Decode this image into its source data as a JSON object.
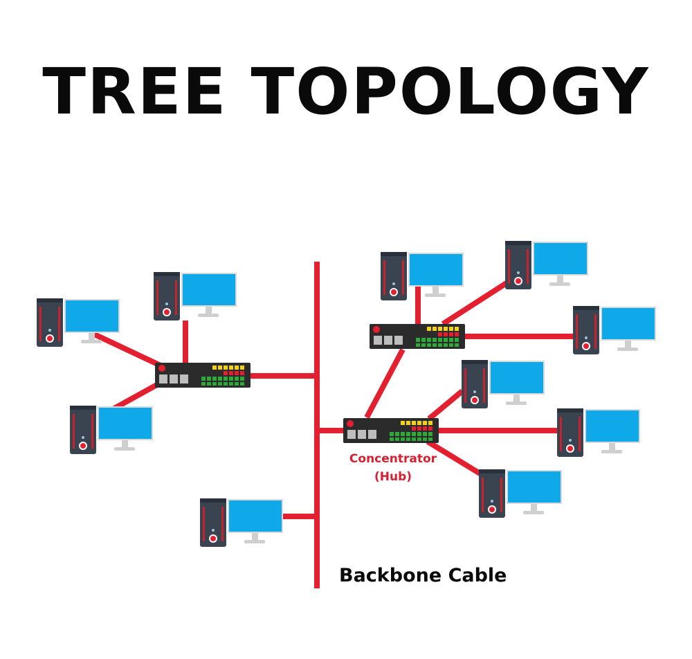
{
  "title": "TREE TOPOLOGY",
  "labels": {
    "hub_line1": "Concentrator",
    "hub_line2": "(Hub)",
    "backbone": "Backbone Cable"
  },
  "colors": {
    "cable": "#e3202f",
    "monitor_screen": "#0fa8e8",
    "tower_body": "#3a4350",
    "hub_body": "#2b2b2b",
    "led_green": "#2fa83a",
    "led_yellow": "#f5d21a",
    "led_red": "#e3202f"
  },
  "hubs": [
    "left-hub",
    "upper-right-hub",
    "lower-right-hub"
  ],
  "computers": [
    "pc-left-1",
    "pc-left-2",
    "pc-left-3",
    "pc-upper-1",
    "pc-upper-2",
    "pc-upper-3",
    "pc-lower-1",
    "pc-lower-2",
    "pc-lower-3",
    "pc-bottom"
  ]
}
